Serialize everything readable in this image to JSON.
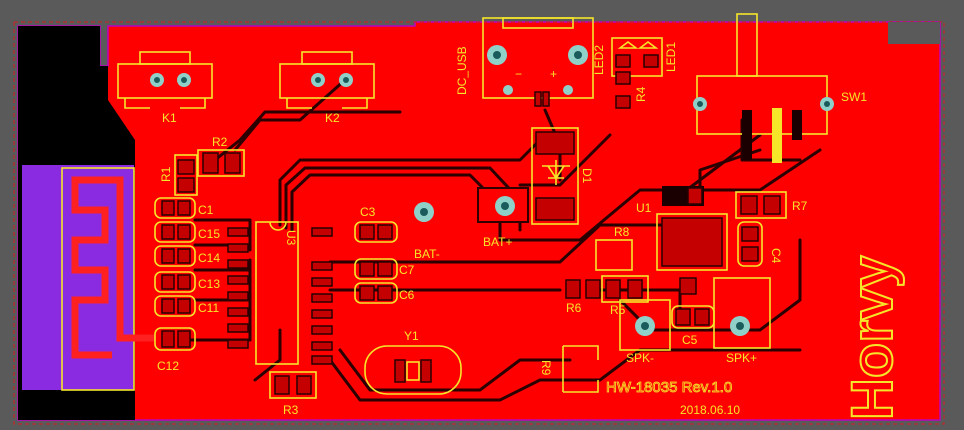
{
  "board": {
    "colors": {
      "background": "#5a5a5a",
      "copper": "#ff0000",
      "keepout": "#000000",
      "antenna_zone": "#8a2be2",
      "silkscreen": "#f5e62a",
      "via": "#8fd0c8"
    },
    "labels": {
      "k1": "K1",
      "k2": "K2",
      "dc_usb": "DC_USB",
      "led2": "LED2",
      "led1": "LED1",
      "r4": "R4",
      "sw1": "SW1",
      "r2": "R2",
      "r1": "R1",
      "c1": "C1",
      "c15": "C15",
      "c14": "C14",
      "c13": "C13",
      "c11": "C11",
      "c12": "C12",
      "u3": "U3",
      "c3": "C3",
      "c7": "C7",
      "c6": "C6",
      "bat_minus": "BAT-",
      "bat_plus": "BAT+",
      "d1": "D1",
      "u1": "U1",
      "r7": "R7",
      "c4": "C4",
      "r8": "R8",
      "r6": "R6",
      "r5": "R5",
      "c5": "C5",
      "spk_minus": "SPK-",
      "spk_plus": "SPK+",
      "y1": "Y1",
      "r3": "R3",
      "r9": "R9",
      "board_id": "HW-18035  Rev.1.0",
      "date": "2018.06.10",
      "logo": "Horvy"
    }
  }
}
